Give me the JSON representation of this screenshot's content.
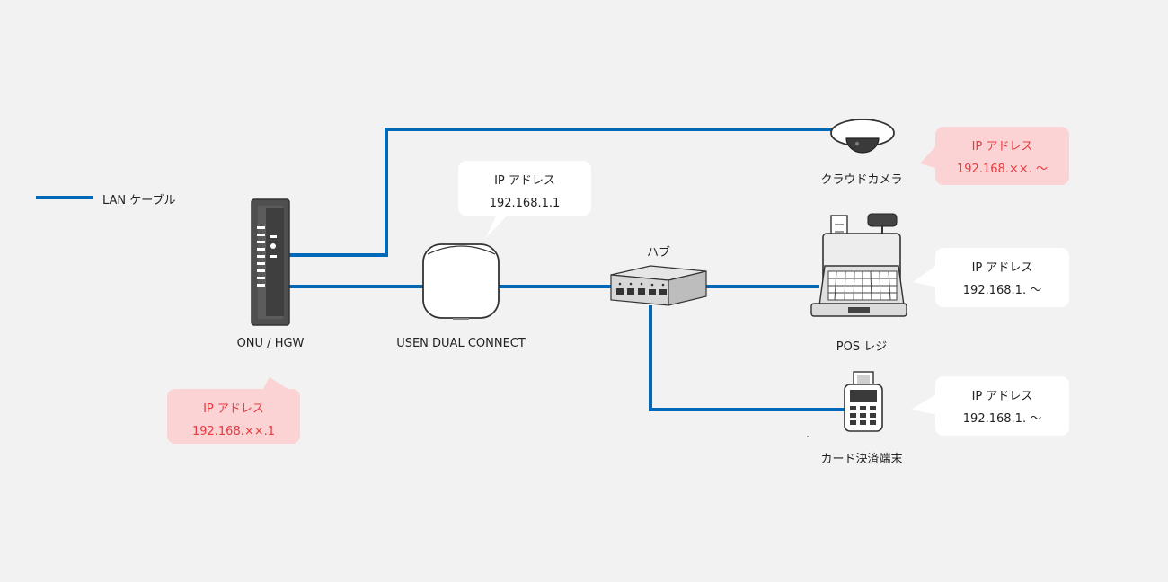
{
  "legend": {
    "lan_cable_label": "LAN ケーブル"
  },
  "devices": {
    "onu": {
      "label": "ONU / HGW"
    },
    "usen": {
      "label": "USEN DUAL CONNECT"
    },
    "hub": {
      "label": "ハブ"
    },
    "camera": {
      "label": "クラウドカメラ"
    },
    "pos": {
      "label": "POS レジ"
    },
    "card": {
      "label": "カード決済端末"
    }
  },
  "bubbles": {
    "onu_ip": {
      "title": "IP アドレス",
      "value": "192.168.××.1"
    },
    "usen_ip": {
      "title": "IP アドレス",
      "value": "192.168.1.1"
    },
    "camera_ip": {
      "title": "IP アドレス",
      "value": "192.168.××. ～"
    },
    "pos_ip": {
      "title": "IP アドレス",
      "value": "192.168.1. ～"
    },
    "card_ip": {
      "title": "IP アドレス",
      "value": "192.168.1. ～"
    }
  },
  "colors": {
    "cable": "#0068b7",
    "ip_highlight_bg": "#fbd3d4",
    "ip_highlight_text": "#e63b3f",
    "background": "#f2f2f2"
  }
}
